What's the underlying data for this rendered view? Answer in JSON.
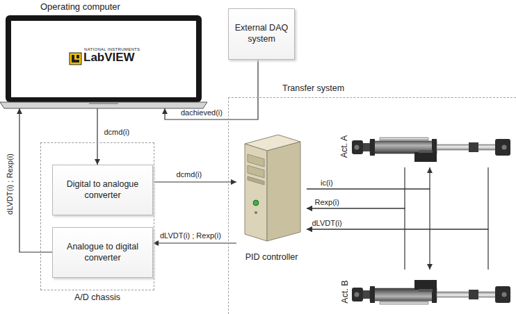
{
  "diagram": {
    "nodes": [
      {
        "text": [
          "Operating computer",
          "LabVIEW"
        ]
      },
      {
        "text": [
          "External DAQ system"
        ]
      },
      {
        "text": [
          "A/D chassis"
        ]
      },
      {
        "text": [
          "Digital to analogue converter"
        ],
        "in": 2
      },
      {
        "text": [
          "Analogue to digital converter"
        ],
        "in": 2
      },
      {
        "text": [
          "Transfer system"
        ]
      },
      {
        "text": [
          "PID controller"
        ],
        "in": 5
      },
      {
        "text": [
          "Act. A"
        ],
        "in": 5
      },
      {
        "text": [
          "Act. B"
        ],
        "in": 5
      }
    ],
    "edges": [
      {
        "from": 0,
        "to": 3,
        "arrow": "to",
        "label": "dcmd(i)"
      },
      {
        "from": 3,
        "to": 6,
        "arrow": "to",
        "label": "dcmd(i)"
      },
      {
        "from": 6,
        "to": 4,
        "arrow": "to",
        "label": "dLVDT(i) ; Rexp(i)"
      },
      {
        "from": 4,
        "to": 0,
        "arrow": "to",
        "label": "dLVDT(i) ; Rexp(i)"
      },
      {
        "from": 1,
        "to": 0,
        "arrow": "to",
        "label": "dachieved(i)"
      },
      {
        "from": 6,
        "to": 7,
        "arrow": "to",
        "label": "ic(i)"
      },
      {
        "from": 6,
        "to": 8,
        "arrow": "to"
      },
      {
        "from": 7,
        "to": 6,
        "arrow": "to",
        "label": "Rexp(i)"
      },
      {
        "from": 8,
        "to": 6,
        "arrow": "to"
      },
      {
        "from": 7,
        "to": 6,
        "arrow": "to",
        "label": "dLVDT(i)"
      },
      {
        "from": 8,
        "to": 6,
        "arrow": "to"
      }
    ],
    "labels": [
      "NATIONAL INSTRUMENTS"
    ]
  }
}
